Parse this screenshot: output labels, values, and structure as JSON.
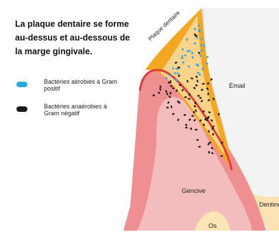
{
  "title": "La plaque dentaire se forme au-dessus et au-dessous de la marge gingivale.",
  "legend": [
    {
      "label": "Bactéries aérobies à Gram positif",
      "color": "#29a9e1",
      "icon": "blue-oval"
    },
    {
      "label": "Bactéries anaérobies à Gram négatif",
      "color": "#1a1a1a",
      "icon": "black-oval"
    }
  ],
  "labels": {
    "plaque": "Plaque dentaire",
    "email": "Émail",
    "gencive": "Gencive",
    "dentine": "Dentine",
    "os": "Os"
  },
  "colors": {
    "plaque": "#f5a623",
    "gum_outer": "#ef9193",
    "gum_inner": "#f3bcbc",
    "gum_line": "#e53935",
    "enamel": "#f2f2f2",
    "bone": "#fde7b8"
  }
}
